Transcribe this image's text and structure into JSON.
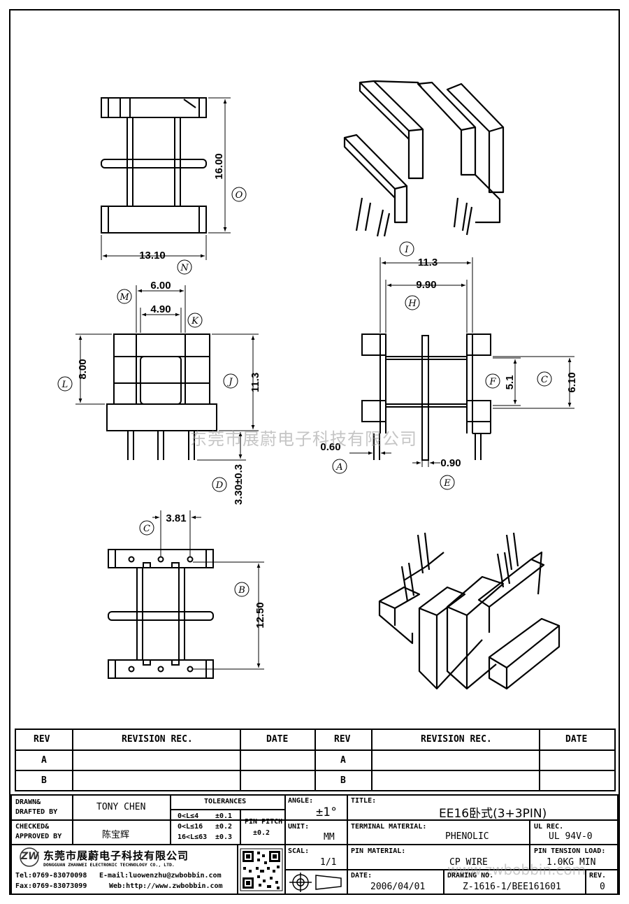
{
  "dimensions": {
    "top_width": "13.10",
    "top_height": "16.00",
    "front_outer": "6.00",
    "front_inner": "4.90",
    "front_height": "8.00",
    "front_total": "11.3",
    "pin_length": "3.30±0.3",
    "side_outer": "11.3",
    "side_inner": "9.90",
    "side_f": "5.1",
    "side_c": "6.10",
    "pin_dia": "0.60",
    "flange": "0.90",
    "pin_pitch": "3.81",
    "row_spacing": "12.50"
  },
  "balloons": {
    "n": "N",
    "o": "O",
    "m": "M",
    "k": "K",
    "l": "L",
    "j": "J",
    "d": "D",
    "i": "I",
    "h": "H",
    "f": "F",
    "c": "C",
    "a": "A",
    "e": "E",
    "c2": "C",
    "b": "B"
  },
  "watermark": "东莞市展蔚电子科技有限公司",
  "watermark_url": "www.zwbobbin.com",
  "revision_table": {
    "headers": [
      "REV",
      "REVISION REC.",
      "DATE",
      "REV",
      "REVISION REC.",
      "DATE"
    ],
    "rows": [
      {
        "rev1": "A",
        "rev2": "A"
      },
      {
        "rev1": "B",
        "rev2": "B"
      }
    ]
  },
  "title_block": {
    "drawn_label_1": "DRAWN&",
    "drawn_label_2": "DRAFTED BY",
    "drawn_by": "TONY CHEN",
    "checked_label_1": "CHECKED&",
    "checked_label_2": "APPROVED BY",
    "approved_by": "陈宝辉",
    "tolerances_label": "TOLERANCES",
    "tol_rows": [
      {
        "range": "0<L≤4",
        "value": "±0.1"
      },
      {
        "range": "0<L≤16",
        "value": "±0.2"
      },
      {
        "range": "16<L≤63",
        "value": "±0.3"
      }
    ],
    "pin_pitch_label": "PIN PITCH",
    "pin_pitch_value": "±0.2",
    "angle_label": "ANGLE:",
    "angle_value": "±1°",
    "unit_label": "UNIT:",
    "unit_value": "MM",
    "scale_label": "SCAL:",
    "scale_value": "1/1",
    "title_label": "TITLE:",
    "title_value": "EE16卧式(3+3PIN)",
    "terminal_label": "TERMINAL MATERIAL:",
    "terminal_value": "PHENOLIC",
    "ul_label": "UL REC.",
    "ul_value": "UL 94V-0",
    "pin_material_label": "PIN MATERIAL:",
    "pin_material_value": "CP WIRE",
    "tension_label": "PIN TENSION LOAD:",
    "tension_value": "1.0KG MIN",
    "date_label": "DATE:",
    "date_value": "2006/04/01",
    "drawing_no_label": "DRAWING NO.",
    "drawing_no_value": "Z-1616-1/BEE161601",
    "rev_label": "REV.",
    "rev_value": "0",
    "company_cn": "东莞市展蔚电子科技有限公司",
    "company_en": "DONGGUAN ZHANWEI ELECTRONIC TECHNOLOGY CO., LTD.",
    "tel": "Tel:0769-83070098",
    "email": "E-mail:luowenzhu@zwbobbin.com",
    "fax": "Fax:0769-83073099",
    "web": "Web:http://www.zwbobbin.com",
    "logo_text": "ZW"
  }
}
